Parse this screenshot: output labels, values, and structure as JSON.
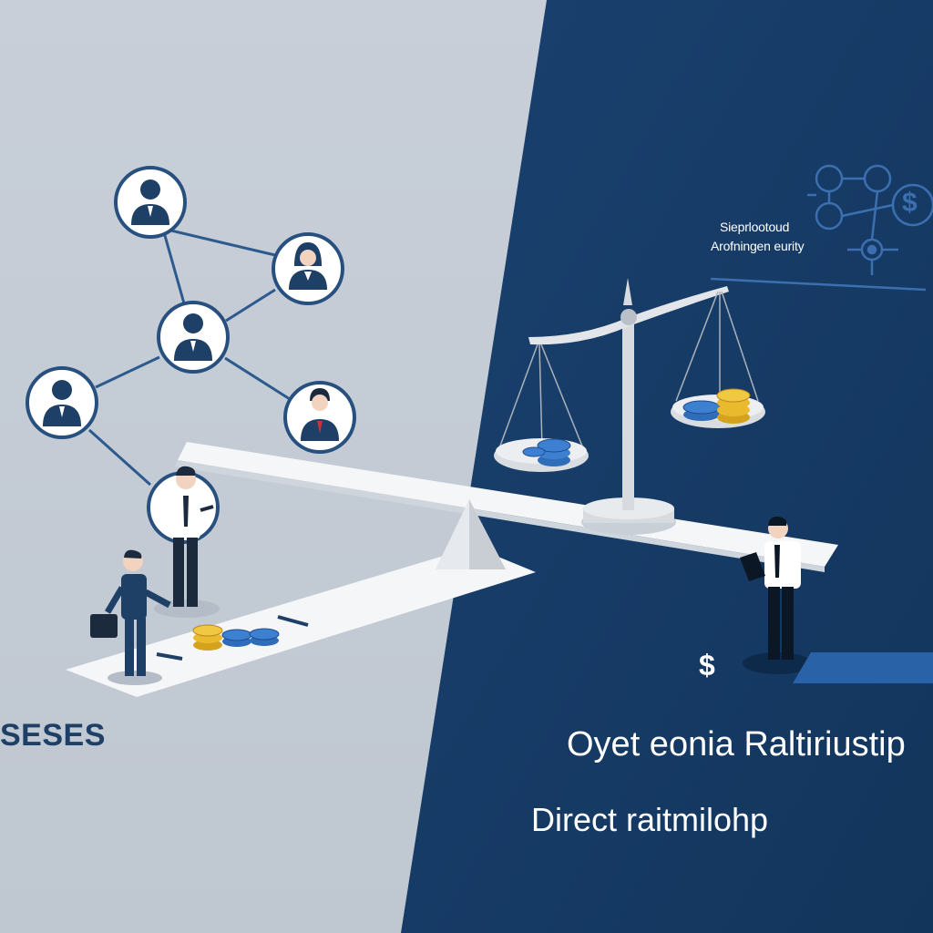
{
  "labels": {
    "left_caption": "SESES",
    "headline_1": "Oyet eonia Raltiriustip",
    "headline_2": "Direct raitmilohp",
    "annotation_line_1": "Sieprlootoud",
    "annotation_line_2": "Arofningen eurity",
    "dollar_sign": "$",
    "network_dollar_sign": "$"
  },
  "colors": {
    "left_background": "#c5ccd6",
    "right_background": "#163a63",
    "navy": "#1e3f66",
    "white": "#ffffff",
    "gold_coin": "#e9b92e",
    "blue_coin": "#3d7fd1",
    "scale_grey": "#d7dbe0",
    "network_line": "#3b6fb0"
  },
  "icons": {
    "network_nodes": [
      "person-avatar-icon",
      "person-avatar-icon",
      "person-avatar-icon",
      "person-avatar-icon",
      "person-avatar-icon",
      "businessman-avatar-icon"
    ],
    "top_right_diagram": "network-dollar-icon",
    "scale": "balance-scale-icon",
    "briefcase": "briefcase-icon"
  }
}
